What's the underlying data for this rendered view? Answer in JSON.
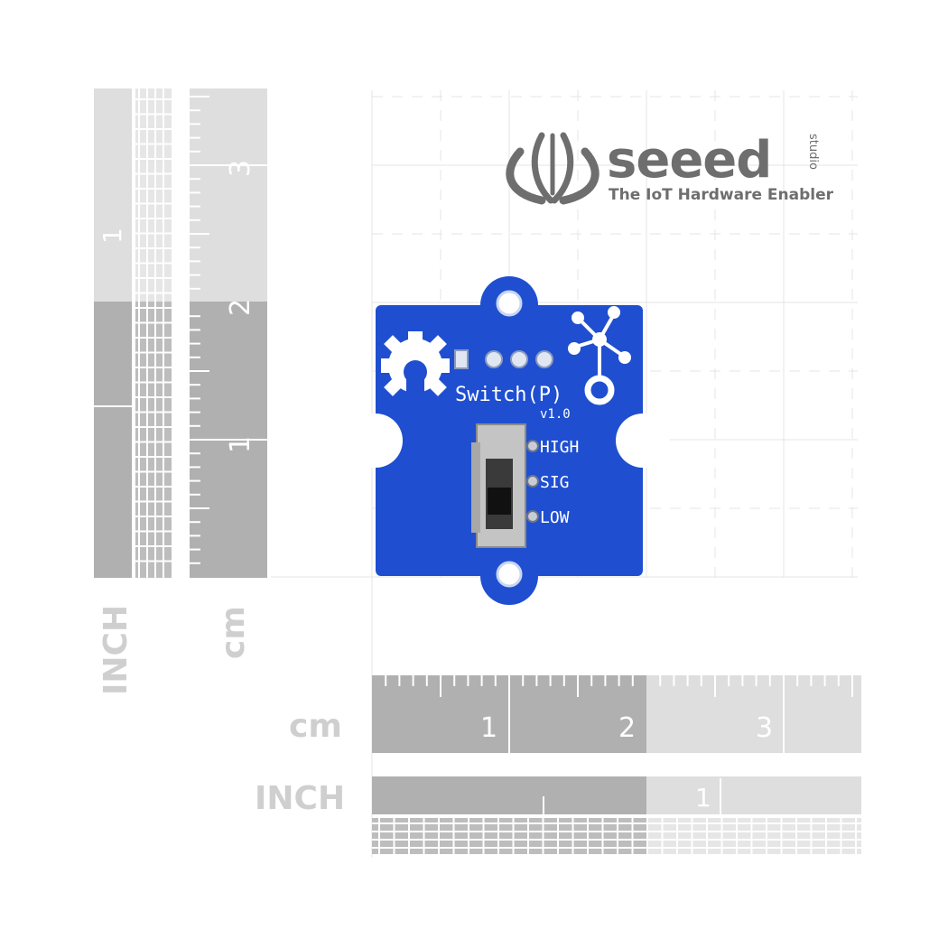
{
  "logo": {
    "brand": "seeed",
    "sub": "studio",
    "tagline": "The IoT Hardware Enabler"
  },
  "board": {
    "name": "Switch(P)",
    "version": "v1.0",
    "pins": [
      "HIGH",
      "SIG",
      "LOW"
    ]
  },
  "rulers": {
    "vertical_inch_unit": "INCH",
    "vertical_inch_number": "1",
    "vertical_cm_unit": "cm",
    "vertical_cm_numbers": [
      "3",
      "2",
      "1"
    ],
    "horizontal_cm_unit": "cm",
    "horizontal_cm_numbers": [
      "1",
      "2",
      "3"
    ],
    "horizontal_inch_unit": "INCH",
    "horizontal_inch_number": "1"
  },
  "colors": {
    "pcb": "#1f4fd0",
    "pcb_dark": "#153aa6",
    "silkscreen": "#ffffff",
    "ruler_dark": "#b0b0b0",
    "ruler_light": "#dedede",
    "grid": "#e2e2e2",
    "logo_gray": "#6e6e6e",
    "metal": "#b8b8b8"
  }
}
